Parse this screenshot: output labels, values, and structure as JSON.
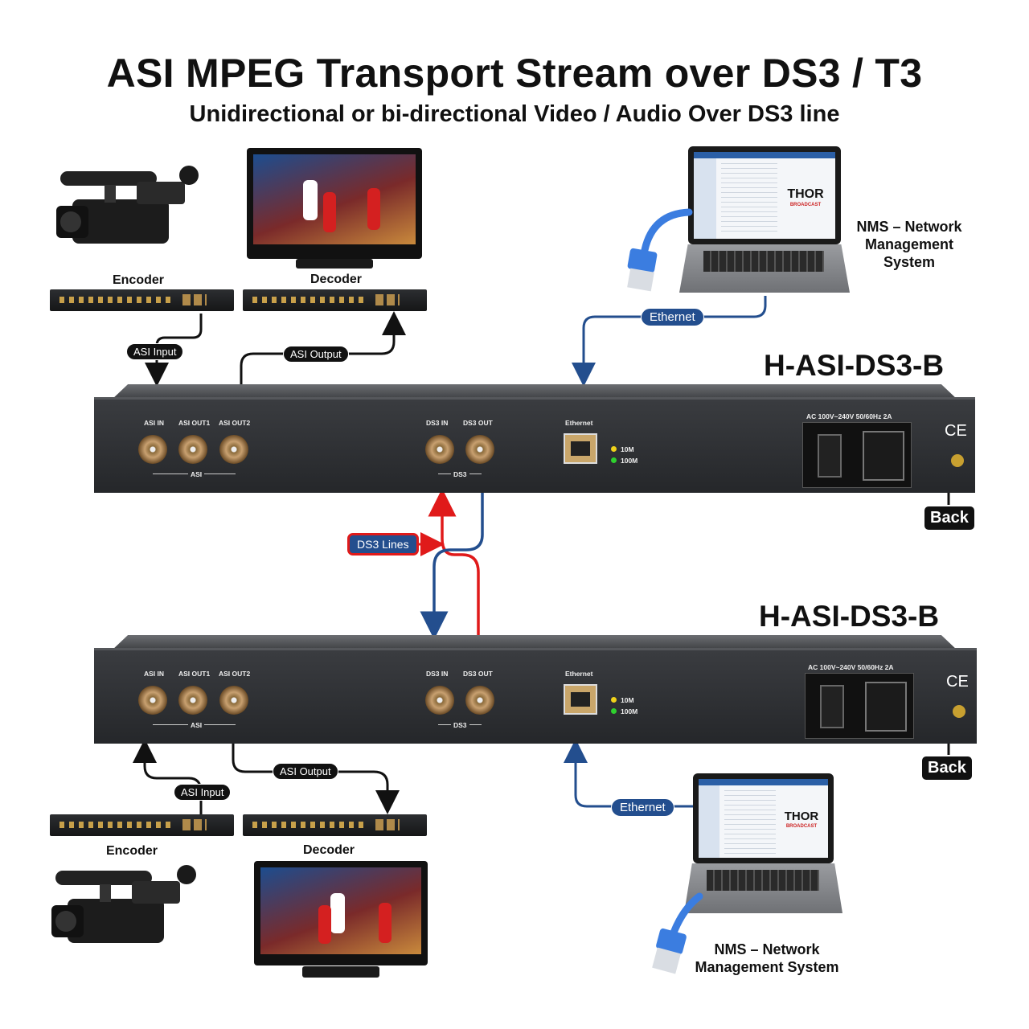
{
  "header": {
    "title": "ASI MPEG Transport Stream over DS3 / T3",
    "subtitle": "Unidirectional or bi-directional Video / Audio Over DS3 line"
  },
  "top_site": {
    "encoder_label": "Encoder",
    "decoder_label": "Decoder",
    "asi_input_label": "ASI Input",
    "asi_output_label": "ASI Output",
    "ethernet_label": "Ethernet",
    "nms_label_line1": "NMS – Network",
    "nms_label_line2": "Management",
    "nms_label_line3": "System"
  },
  "bottom_site": {
    "encoder_label": "Encoder",
    "decoder_label": "Decoder",
    "asi_input_label": "ASI Input",
    "asi_output_label": "ASI Output",
    "ethernet_label": "Ethernet",
    "nms_label_line1": "NMS – Network",
    "nms_label_line2": "Management System"
  },
  "device": {
    "model": "H-ASI-DS3-B",
    "asi_in": "ASI IN",
    "asi_out1": "ASI OUT1",
    "asi_out2": "ASI OUT2",
    "asi_group": "ASI",
    "ds3_in": "DS3 IN",
    "ds3_out": "DS3 OUT",
    "ds3_group": "DS3",
    "ethernet": "Ethernet",
    "led_10m": "10M",
    "led_100m": "100M",
    "power": "AC 100V~240V 50/60Hz 2A",
    "ce": "CE",
    "back_label": "Back"
  },
  "link": {
    "ds3_lines_label": "DS3 Lines"
  },
  "laptop": {
    "brand_line1": "THOR",
    "brand_line2": "BROADCAST"
  },
  "colors": {
    "ethernet_blue": "#234e8e",
    "ds3_red": "#e01a1a",
    "ds3_blue": "#234e8e",
    "arrow_black": "#111111"
  }
}
